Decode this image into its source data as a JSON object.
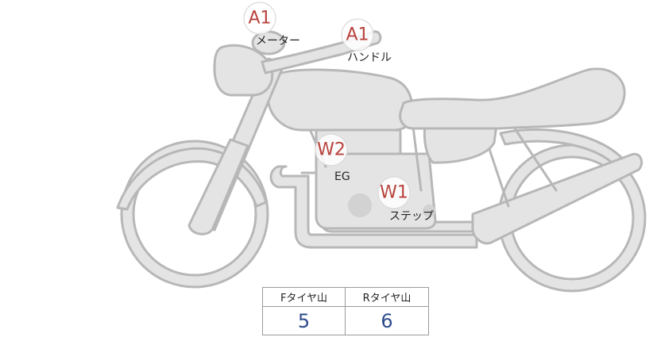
{
  "markers": [
    {
      "id": "meter",
      "badge": "A1",
      "label": "メーター"
    },
    {
      "id": "handle",
      "badge": "A1",
      "label": "ハンドル"
    },
    {
      "id": "engine",
      "badge": "W2",
      "label": "EG"
    },
    {
      "id": "step",
      "badge": "W1",
      "label": "ステップ"
    }
  ],
  "tread_table": {
    "front_header": "Fタイヤ山",
    "rear_header": "Rタイヤ山",
    "front_value": "5",
    "rear_value": "6"
  },
  "colors": {
    "badge_text": "#b8423c",
    "value_text": "#2f4b8c",
    "bike_fill": "#e4e4e4",
    "bike_stroke": "#b7b7b7"
  }
}
